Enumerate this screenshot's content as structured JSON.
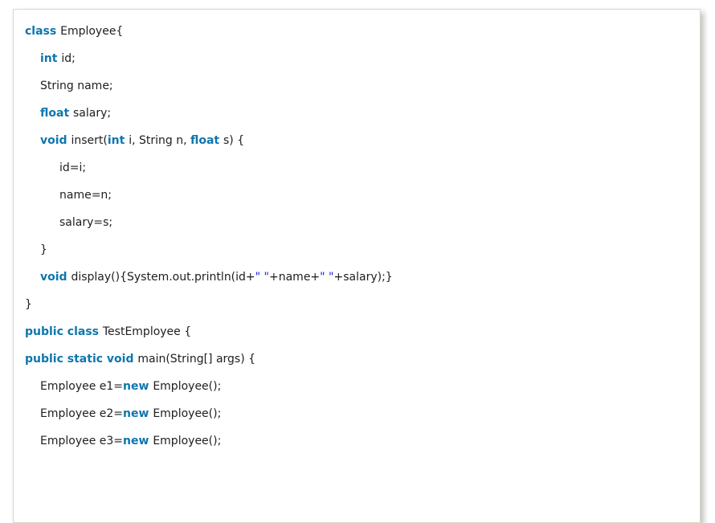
{
  "code_block": {
    "colors": {
      "keyword": "#0e76ad",
      "string": "#2323e0",
      "text": "#202020",
      "border": "#d9d9c4",
      "background": "#ffffff"
    },
    "lines": [
      {
        "indent": 0,
        "segments": [
          {
            "t": "kwd",
            "v": "class "
          },
          {
            "t": "pln",
            "v": "Employee{"
          }
        ]
      },
      {
        "indent": 1,
        "segments": [
          {
            "t": "kwd",
            "v": "int "
          },
          {
            "t": "pln",
            "v": "id;"
          }
        ]
      },
      {
        "indent": 1,
        "segments": [
          {
            "t": "pln",
            "v": "String name;"
          }
        ]
      },
      {
        "indent": 1,
        "segments": [
          {
            "t": "kwd",
            "v": "float "
          },
          {
            "t": "pln",
            "v": "salary;"
          }
        ]
      },
      {
        "indent": 1,
        "segments": [
          {
            "t": "kwd",
            "v": "void "
          },
          {
            "t": "pln",
            "v": "insert("
          },
          {
            "t": "kwd",
            "v": "int "
          },
          {
            "t": "pln",
            "v": "i, String n, "
          },
          {
            "t": "kwd",
            "v": "float "
          },
          {
            "t": "pln",
            "v": "s) {"
          }
        ]
      },
      {
        "indent": 2,
        "segments": [
          {
            "t": "pln",
            "v": "id=i;"
          }
        ]
      },
      {
        "indent": 2,
        "segments": [
          {
            "t": "pln",
            "v": "name=n;"
          }
        ]
      },
      {
        "indent": 2,
        "segments": [
          {
            "t": "pln",
            "v": "salary=s;"
          }
        ]
      },
      {
        "indent": 1,
        "segments": [
          {
            "t": "pln",
            "v": "}"
          }
        ]
      },
      {
        "indent": 1,
        "segments": [
          {
            "t": "kwd",
            "v": "void "
          },
          {
            "t": "pln",
            "v": "display(){System.out.println(id+"
          },
          {
            "t": "str",
            "v": "\" \""
          },
          {
            "t": "pln",
            "v": "+name+"
          },
          {
            "t": "str",
            "v": "\" \""
          },
          {
            "t": "pln",
            "v": "+salary);}"
          }
        ]
      },
      {
        "indent": 0,
        "segments": [
          {
            "t": "pln",
            "v": "}"
          }
        ]
      },
      {
        "indent": 0,
        "segments": [
          {
            "t": "kwd",
            "v": "public class "
          },
          {
            "t": "pln",
            "v": "TestEmployee {"
          }
        ]
      },
      {
        "indent": 0,
        "segments": [
          {
            "t": "kwd",
            "v": "public static void "
          },
          {
            "t": "pln",
            "v": "main(String[] args) {"
          }
        ]
      },
      {
        "indent": 1,
        "segments": [
          {
            "t": "pln",
            "v": "Employee e1="
          },
          {
            "t": "kwd",
            "v": "new "
          },
          {
            "t": "pln",
            "v": "Employee();"
          }
        ]
      },
      {
        "indent": 1,
        "segments": [
          {
            "t": "pln",
            "v": "Employee e2="
          },
          {
            "t": "kwd",
            "v": "new "
          },
          {
            "t": "pln",
            "v": "Employee();"
          }
        ]
      },
      {
        "indent": 1,
        "segments": [
          {
            "t": "pln",
            "v": "Employee e3="
          },
          {
            "t": "kwd",
            "v": "new "
          },
          {
            "t": "pln",
            "v": "Employee();"
          }
        ]
      }
    ]
  }
}
